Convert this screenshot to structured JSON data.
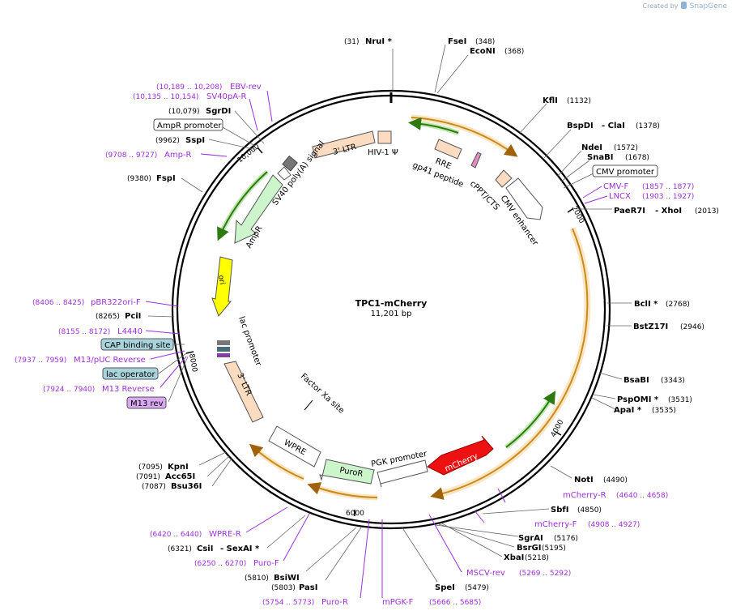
{
  "credit": {
    "prefix": "Created by",
    "brand": "SnapGene"
  },
  "plasmid": {
    "name": "TPC1-mCherry",
    "size_text": "11,201 bp"
  },
  "ticks": [
    "2000",
    "4000",
    "6000",
    "8000",
    "10,000"
  ],
  "sites": [
    {
      "name": "NruI *",
      "pos": "(31)"
    },
    {
      "name": "FseI",
      "pos": "(348)"
    },
    {
      "name": "EcoNI",
      "pos": "(368)"
    },
    {
      "name": "KflI",
      "pos": "(1132)"
    },
    {
      "name": "BspDI",
      "extra": "- ClaI",
      "pos": "(1378)"
    },
    {
      "name": "NdeI",
      "pos": "(1572)"
    },
    {
      "name": "SnaBI",
      "pos": "(1678)"
    },
    {
      "name": "PaeR7I",
      "extra": "- XhoI",
      "pos": "(2013)"
    },
    {
      "name": "BclI *",
      "pos": "(2768)"
    },
    {
      "name": "BstZ17I",
      "pos": "(2946)"
    },
    {
      "name": "BsaBI",
      "pos": "(3343)"
    },
    {
      "name": "PspOMI *",
      "pos": "(3531)"
    },
    {
      "name": "ApaI *",
      "pos": "(3535)"
    },
    {
      "name": "NotI",
      "pos": "(4490)"
    },
    {
      "name": "SbfI",
      "pos": "(4850)"
    },
    {
      "name": "SgrAI",
      "pos": "(5176)"
    },
    {
      "name": "BsrGI",
      "pos": "(5195)"
    },
    {
      "name": "XbaI",
      "pos": "(5218)"
    },
    {
      "name": "SpeI",
      "pos": "(5479)"
    },
    {
      "name": "PasI",
      "pos": "(5803)"
    },
    {
      "name": "BsiWI",
      "pos": "(5810)"
    },
    {
      "name": "CsiI",
      "extra": "- SexAI *",
      "pos": "(6321)"
    },
    {
      "name": "KpnI",
      "pos": "(7095)"
    },
    {
      "name": "Acc65I",
      "pos": "(7091)"
    },
    {
      "name": "Bsu36I",
      "pos": "(7087)"
    },
    {
      "name": "PciI",
      "pos": "(8265)"
    },
    {
      "name": "FspI",
      "pos": "(9380)"
    },
    {
      "name": "SspI",
      "pos": "(9962)"
    },
    {
      "name": "SgrDI",
      "pos": "(10,079)"
    }
  ],
  "primers": [
    {
      "name": "EBV-rev",
      "pos": "(10,189 .. 10,208)"
    },
    {
      "name": "SV40pA-R",
      "pos": "(10,135 .. 10,154)"
    },
    {
      "name": "Amp-R",
      "pos": "(9708 .. 9727)"
    },
    {
      "name": "CMV-F",
      "pos": "(1857 .. 1877)"
    },
    {
      "name": "LNCX",
      "pos": "(1903 .. 1927)"
    },
    {
      "name": "mCherry-R",
      "pos": "(4640 .. 4658)"
    },
    {
      "name": "mCherry-F",
      "pos": "(4908 .. 4927)"
    },
    {
      "name": "MSCV-rev",
      "pos": "(5269 .. 5292)"
    },
    {
      "name": "mPGK-F",
      "pos": "(5666 .. 5685)"
    },
    {
      "name": "Puro-R",
      "pos": "(5754 .. 5773)"
    },
    {
      "name": "Puro-F",
      "pos": "(6250 .. 6270)"
    },
    {
      "name": "WPRE-R",
      "pos": "(6420 .. 6440)"
    },
    {
      "name": "pBR322ori-F",
      "pos": "(8406 .. 8425)"
    },
    {
      "name": "L4440",
      "pos": "(8155 .. 8172)"
    },
    {
      "name": "M13/pUC Reverse",
      "pos": "(7937 .. 7959)"
    },
    {
      "name": "M13 Reverse",
      "pos": "(7924 .. 7940)"
    }
  ],
  "boxed_labels": {
    "ampr_promoter": "AmpR promoter",
    "cmv_promoter": "CMV promoter",
    "cap_site": "CAP binding site",
    "lac_operator": "lac operator",
    "m13_rev": "M13 rev"
  },
  "features": {
    "ltr3_top": "3' LTR",
    "hiv_psi": "HIV-1 Ψ",
    "rre": "RRE",
    "gp41": "gp41 peptide",
    "cppt": "cPPT/CTS",
    "cmv_enh": "CMV enhancer",
    "sv40": "SV40 poly(A) signal",
    "ampr": "AmpR",
    "ori": "ori",
    "lac_promoter": "lac promoter",
    "ltr3_left": "3' LTR",
    "factor_xa": "Factor Xa site",
    "wpre": "WPRE",
    "puror": "PuroR",
    "pgk": "PGK promoter",
    "mcherry": "mCherry"
  },
  "colors": {
    "backbone": "#000000",
    "primer": "#9b30d9",
    "ltr": "#fcdcc0",
    "ampr": "#ccf5cc",
    "ori": "#ffff00",
    "mcherry": "#ee1111",
    "puror": "#ccf5cc",
    "orf_arc": "#f2b24b",
    "green_arc": "#40a020",
    "boxed_blue": "#a9d4dc",
    "boxed_purple": "#d8a8f0"
  }
}
